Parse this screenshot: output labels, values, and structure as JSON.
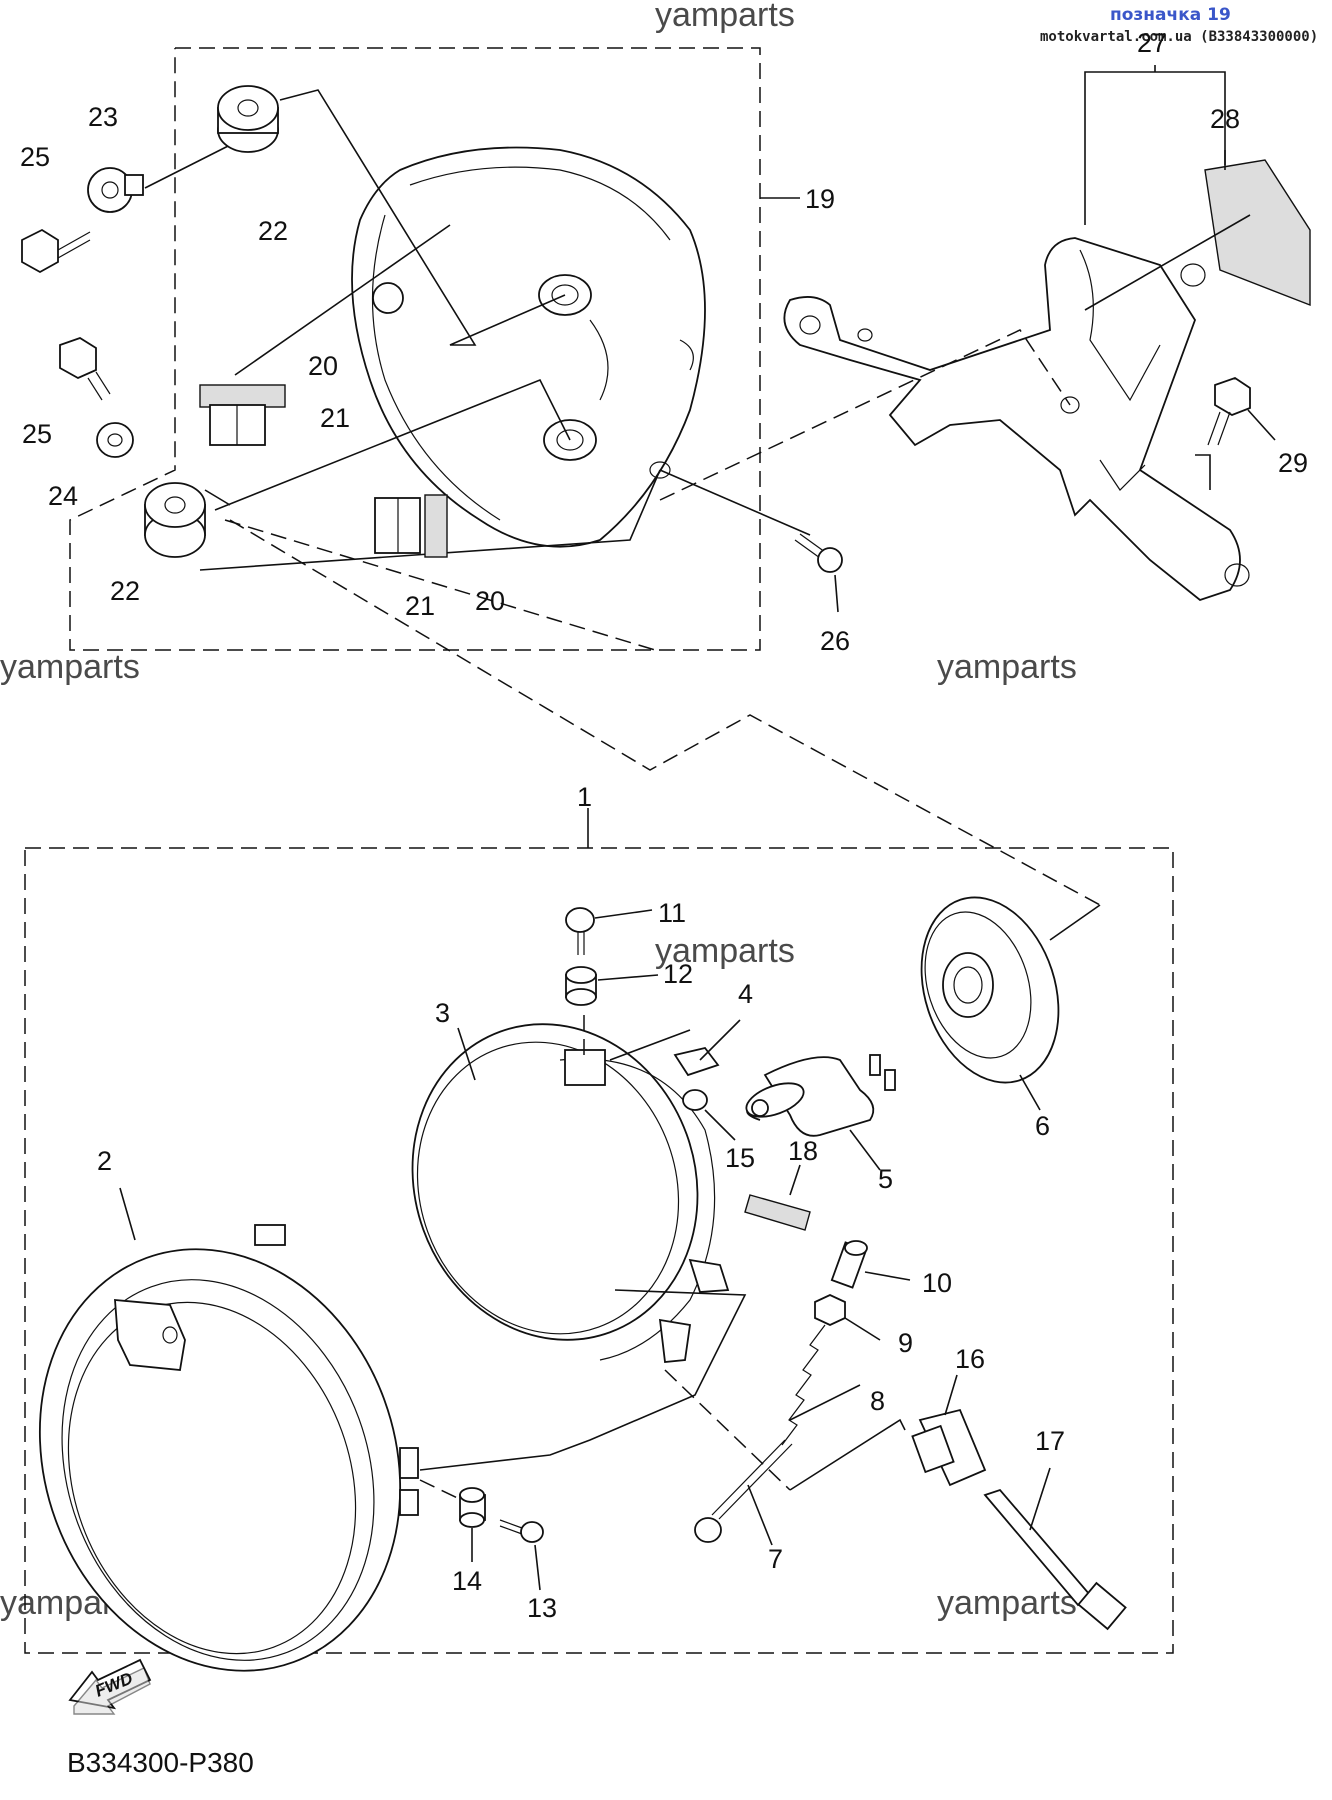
{
  "header": {
    "title_blue": "позначка 19",
    "source_line": "motokvartal.com.ua (B33843300000)"
  },
  "watermarks": {
    "w1": "yamparts",
    "w2": "yamparts",
    "w3": "yamparts",
    "w4": "yamparts",
    "w5": "yamparts",
    "w6": "yamparts"
  },
  "callouts": {
    "p1": "1",
    "p2": "2",
    "p3": "3",
    "p4": "4",
    "p5": "5",
    "p6": "6",
    "p7": "7",
    "p8": "8",
    "p9": "9",
    "p10": "10",
    "p11": "11",
    "p12": "12",
    "p13": "13",
    "p14": "14",
    "p15": "15",
    "p16": "16",
    "p17": "17",
    "p18": "18",
    "p19": "19",
    "p20a": "20",
    "p20b": "20",
    "p21a": "21",
    "p21b": "21",
    "p22a": "22",
    "p22b": "22",
    "p23": "23",
    "p24": "24",
    "p25a": "25",
    "p25b": "25",
    "p26": "26",
    "p27": "27",
    "p28": "28",
    "p29": "29"
  },
  "fwd_label": "FWD",
  "diagram_code": "B334300-P380"
}
